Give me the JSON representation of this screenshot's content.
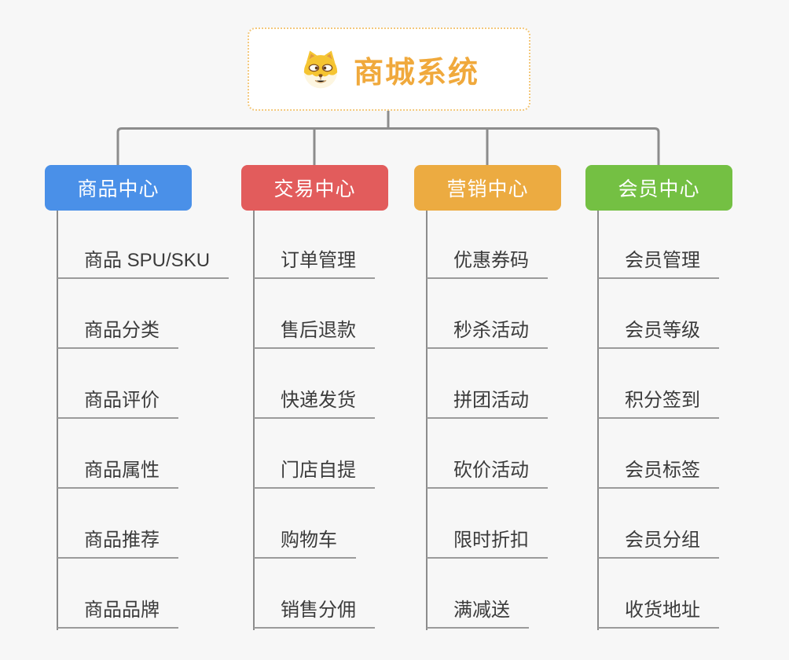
{
  "page": {
    "background": "#f7f7f7",
    "connector_color": "#8c8c8c"
  },
  "root": {
    "title": "商城系统",
    "icon": "doge-icon",
    "text_color": "#f0a93c",
    "border_color": "#f3c87c"
  },
  "branches": [
    {
      "label": "商品中心",
      "color": "#4a90e8",
      "items": [
        "商品 SPU/SKU",
        "商品分类",
        "商品评价",
        "商品属性",
        "商品推荐",
        "商品品牌"
      ]
    },
    {
      "label": "交易中心",
      "color": "#e25c5c",
      "items": [
        "订单管理",
        "售后退款",
        "快递发货",
        "门店自提",
        "购物车",
        "销售分佣"
      ]
    },
    {
      "label": "营销中心",
      "color": "#ecab41",
      "items": [
        "优惠券码",
        "秒杀活动",
        "拼团活动",
        "砍价活动",
        "限时折扣",
        "满减送"
      ]
    },
    {
      "label": "会员中心",
      "color": "#74c043",
      "items": [
        "会员管理",
        "会员等级",
        "积分签到",
        "会员标签",
        "会员分组",
        "收货地址"
      ]
    }
  ]
}
